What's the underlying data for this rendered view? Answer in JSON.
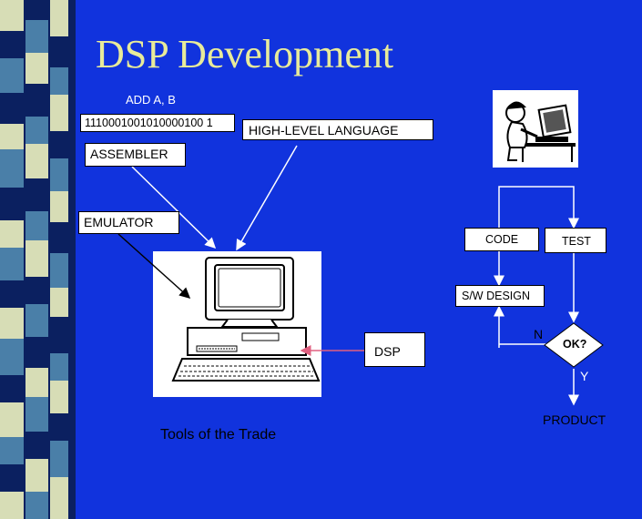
{
  "title": "DSP Development",
  "left": {
    "add_instruction": "ADD A, B",
    "binary_code": "1110001001010000100 1",
    "assembler": "ASSEMBLER",
    "high_level_language": "HIGH-LEVEL LANGUAGE",
    "emulator": "EMULATOR",
    "dsp_label": "DSP",
    "caption": "Tools of the Trade"
  },
  "flow": {
    "code": "CODE",
    "test": "TEST",
    "sw_design": "S/W DESIGN",
    "ok": "OK?",
    "n": "N",
    "y": "Y",
    "product": "PRODUCT"
  },
  "colors": {
    "background": "#1133dd",
    "title": "#e8eb9a",
    "arrow_pink": "#e06080",
    "stripe_light": "#d7ddb6",
    "stripe_dark": "#0b2060",
    "stripe_mid": "#4a7fa8"
  }
}
